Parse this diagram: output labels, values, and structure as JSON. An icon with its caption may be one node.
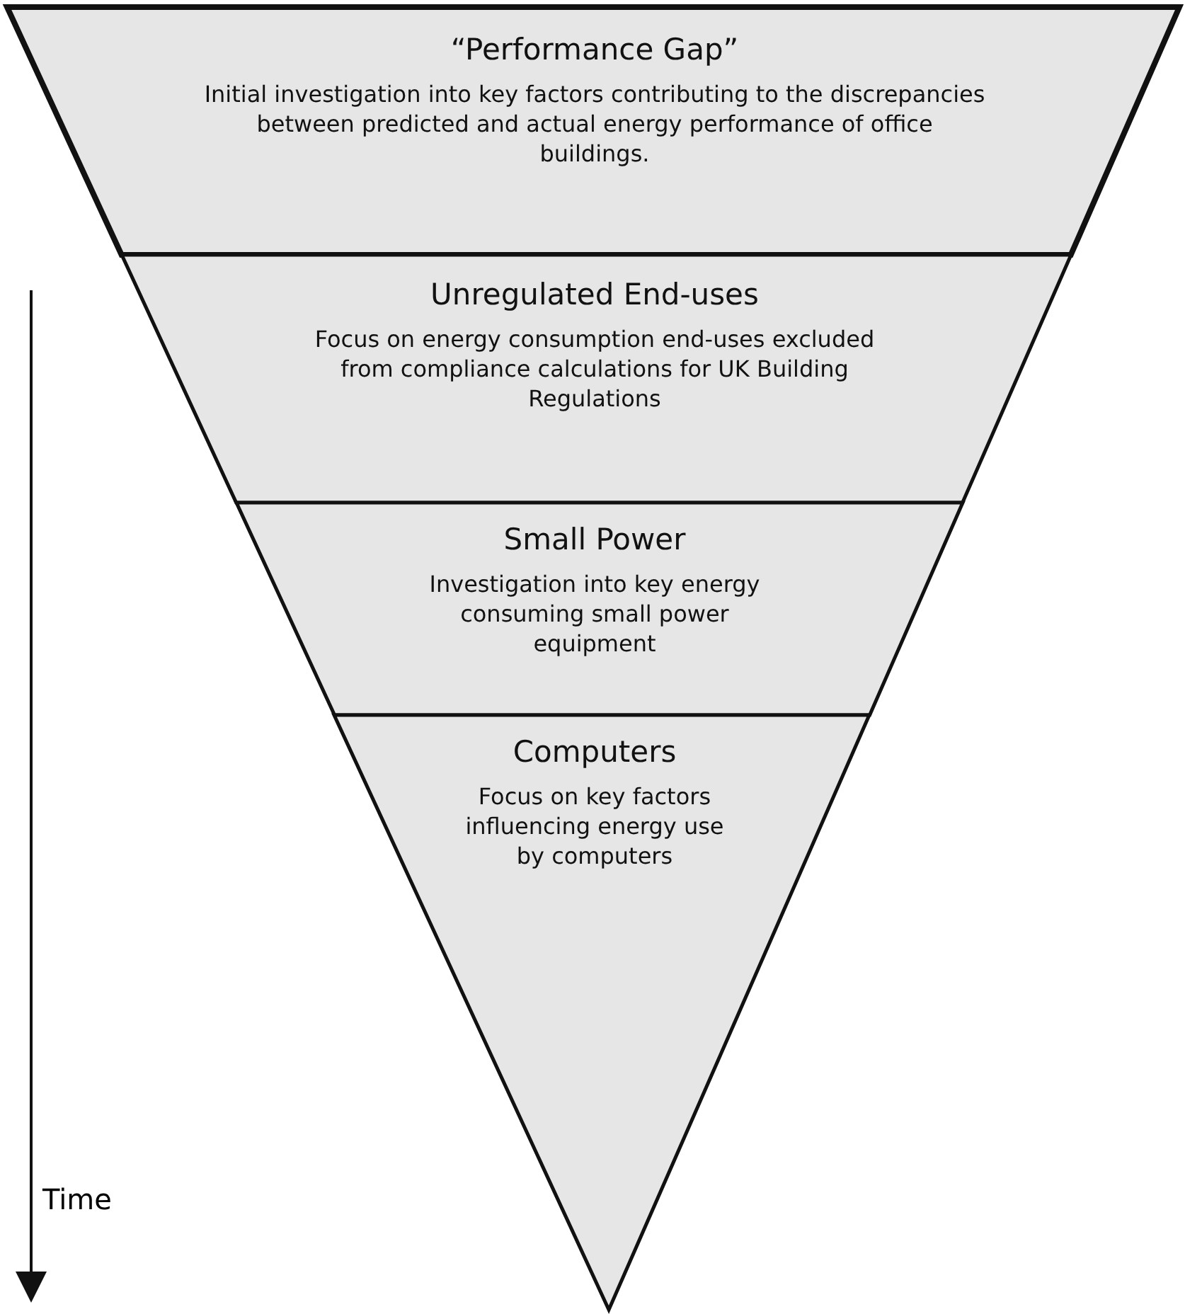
{
  "diagram": {
    "nodes": [
      {
        "text": [
          "“Performance Gap”",
          "Initial investigation into key factors contributing to the discrepancies between predicted and actual energy performance of office buildings."
        ]
      },
      {
        "text": [
          "Unregulated End-uses",
          "Focus on energy consumption end-uses excluded from compliance calculations for UK Building Regulations"
        ]
      },
      {
        "text": [
          "Small Power",
          "Investigation into key energy consuming small power equipment"
        ]
      },
      {
        "text": [
          "Computers",
          "Focus on key factors influencing energy use by computers"
        ]
      }
    ],
    "labels": [
      "Time"
    ]
  }
}
